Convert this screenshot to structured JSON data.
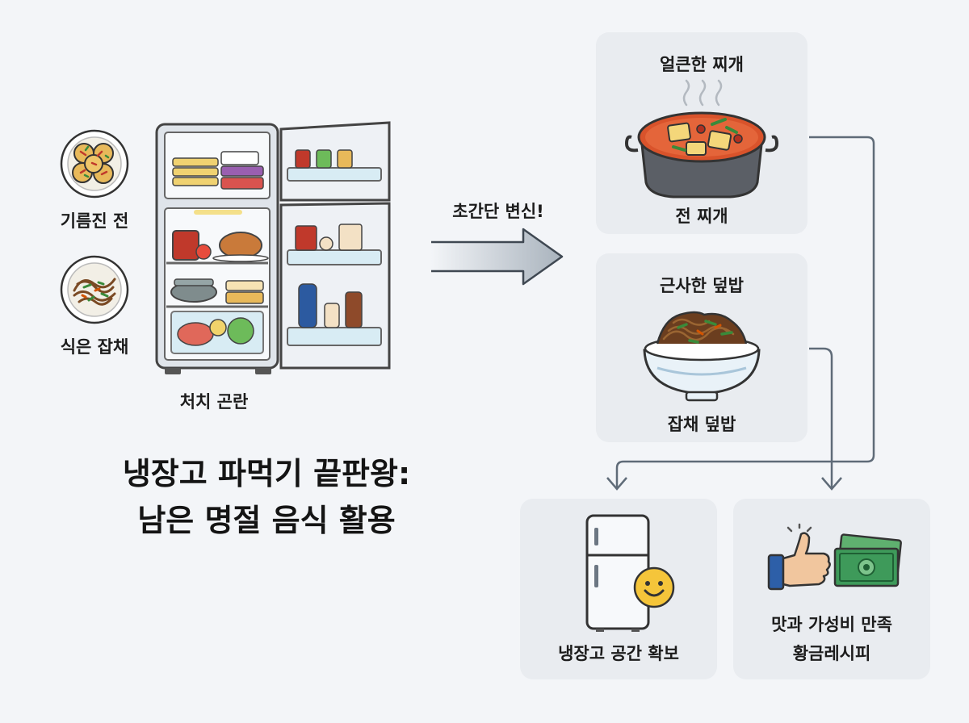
{
  "left_foods": [
    {
      "label": "기름진 전",
      "icon": "pancake-plate-icon"
    },
    {
      "label": "식은 잡채",
      "icon": "japchae-plate-icon"
    }
  ],
  "fridge": {
    "label": "처치 곤란",
    "icon": "open-fridge-icon"
  },
  "arrow": {
    "label": "초간단 변신!"
  },
  "title": {
    "line1": "냉장고 파먹기 끝판왕:",
    "line2": "남은 명절 음식 활용"
  },
  "recipes": [
    {
      "heading": "얼큰한 찌개",
      "caption": "전 찌개",
      "icon": "stew-pot-icon"
    },
    {
      "heading": "근사한 덮밥",
      "caption": "잡채 덮밥",
      "icon": "rice-bowl-icon"
    }
  ],
  "results": [
    {
      "label": "냉장고 공간 확보",
      "icons": [
        "fridge-icon",
        "smiley-icon"
      ]
    },
    {
      "line1": "맛과 가성비 만족",
      "line2": "황금레시피",
      "icons": [
        "thumbs-up-icon",
        "money-icon"
      ]
    }
  ],
  "colors": {
    "background": "#f3f5f8",
    "card": "#e9ecf0",
    "connector": "#5f6b78",
    "stew": "#d9532b",
    "money": "#3e9a5a"
  }
}
